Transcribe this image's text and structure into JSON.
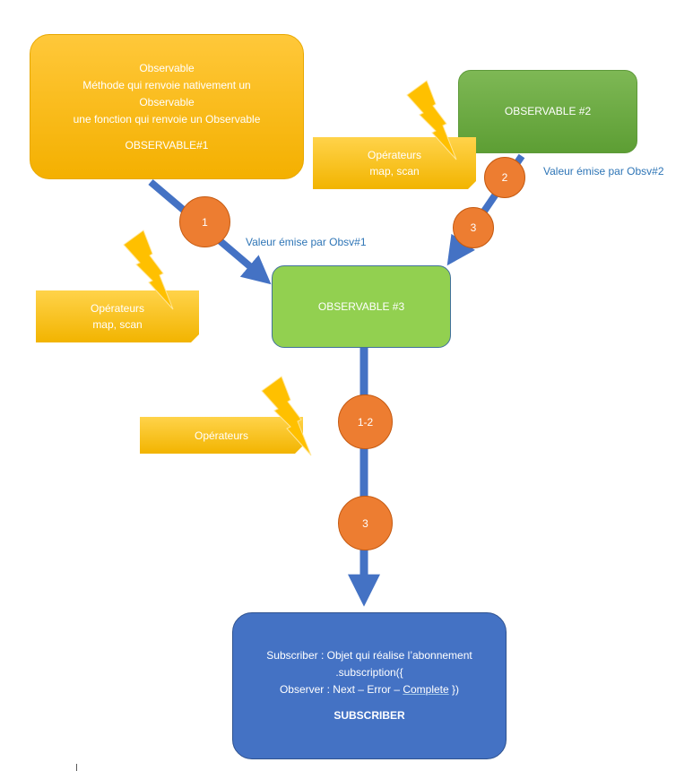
{
  "observable1": {
    "line1": "Observable",
    "line2": "Méthode qui renvoie nativement un",
    "line3": "Observable",
    "line4": "une fonction qui renvoie un Observable",
    "title": "OBSERVABLE#1"
  },
  "observable2": {
    "title": "OBSERVABLE #2"
  },
  "observable3": {
    "title": "OBSERVABLE #3"
  },
  "subscriber": {
    "line1": "Subscriber : Objet qui réalise l’abonnement",
    "line2": ".subscription({",
    "line3_prefix": "Observer : Next – Error – ",
    "line3_link": "Complete",
    "line3_suffix": " })",
    "title": "SUBSCRIBER"
  },
  "notes": {
    "obs2_operators": {
      "line1": "Opérateurs",
      "line2": "map, scan"
    },
    "obs1_operators": {
      "line1": "Opérateurs",
      "line2": "map, scan"
    },
    "obs3_operators": {
      "line1": "Opérateurs"
    }
  },
  "emissions": {
    "c1": "1",
    "c2": "2",
    "c3_top": "3",
    "c12": "1-2",
    "c3_bottom": "3"
  },
  "labels": {
    "obs1_value": "Valeur émise par Obsv#1",
    "obs2_value": "Valeur émise par Obsv#2"
  },
  "colors": {
    "arrow": "#4472c4",
    "emission": "#ed7d31",
    "observable1": "#ffc000",
    "observable2": "#70ad47",
    "observable3": "#92d050",
    "subscriber": "#4472c4",
    "label": "#2e75b6"
  },
  "icons": {
    "operator": "lightning-bolt-icon"
  }
}
